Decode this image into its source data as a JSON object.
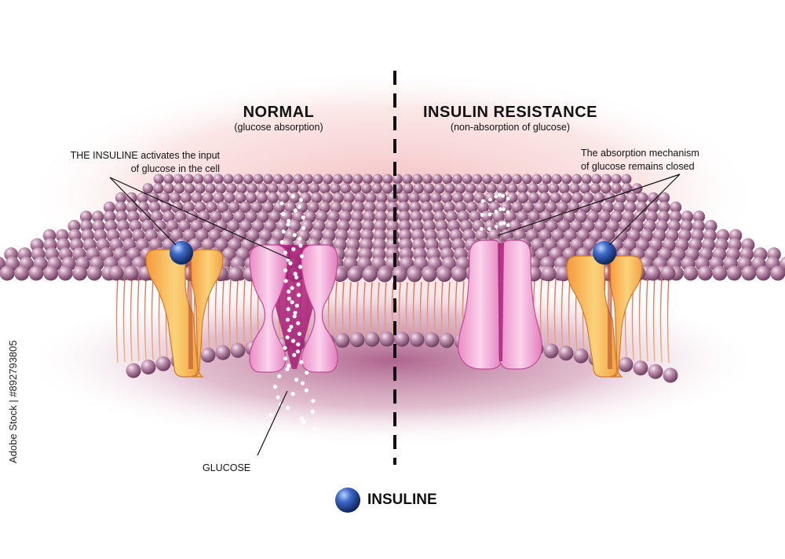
{
  "sections": {
    "normal": {
      "title": "NORMAL",
      "subtitle": "(glucose absorption)"
    },
    "resistance": {
      "title": "INSULIN RESISTANCE",
      "subtitle": "(non-absorption of glucose)"
    }
  },
  "annotations": {
    "insuline_activates": [
      "THE INSULINE activates the input",
      "of glucose in the cell"
    ],
    "mechanism_closed": [
      "The absorption mechanism",
      "of glucose remains closed"
    ],
    "glucose": "GLUCOSE"
  },
  "legend": {
    "insuline_label": "INSULINE",
    "icon": "insuline-sphere-icon"
  },
  "stock_id": "Adobe Stock | #892793805",
  "colors": {
    "lipid_head": "#b07a9c",
    "lipid_tail": "#e0674f",
    "channel_pink": "#f2a9d6",
    "channel_magenta": "#b0207f",
    "receptor_orange": "#f6b24a",
    "insuline_blue": "#1e3f8f",
    "glow": "#f6c6c8"
  }
}
